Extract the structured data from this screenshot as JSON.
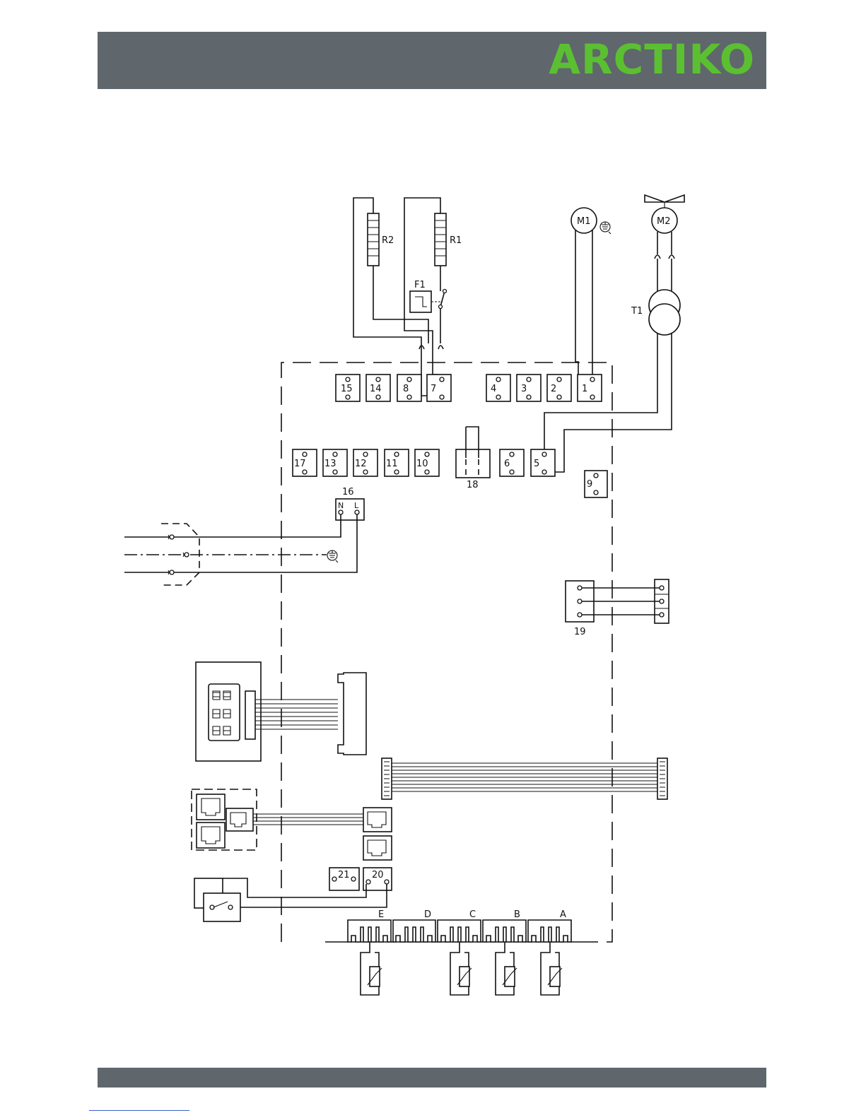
{
  "brand": {
    "name": "ARCTIKO",
    "color": "#5bbf32"
  },
  "colors": {
    "band": "#5f666c",
    "ink": "#111111"
  },
  "components": {
    "R1": "R1",
    "R2": "R2",
    "F1": "F1",
    "M1": "M1",
    "M2": "M2",
    "T1": "T1"
  },
  "terminals": {
    "t1": "1",
    "t2": "2",
    "t3": "3",
    "t4": "4",
    "t5": "5",
    "t6": "6",
    "t7": "7",
    "t8": "8",
    "t9": "9",
    "t10": "10",
    "t11": "11",
    "t12": "12",
    "t13": "13",
    "t14": "14",
    "t15": "15",
    "t16": "16",
    "t17": "17",
    "t18": "18",
    "t19": "19",
    "t20": "20",
    "t21": "21",
    "n": "N",
    "l": "L"
  },
  "sensors": {
    "a": "A",
    "b": "B",
    "c": "C",
    "d": "D",
    "e": "E"
  }
}
